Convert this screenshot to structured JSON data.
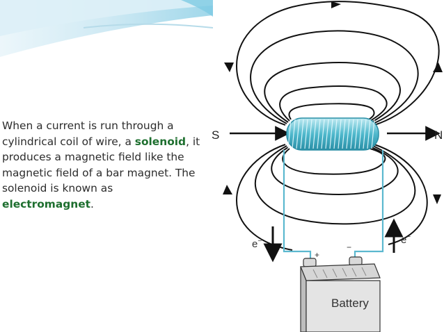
{
  "slide": {
    "paragraph": {
      "part1": "When a current is run through a cylindrical coil of wire, a ",
      "term1": "solenoid",
      "part2": ", it produces a magnetic field like the magnetic field of a bar magnet. The solenoid is known as ",
      "term2": "electromagnet",
      "part3": "."
    },
    "colors": {
      "accent_term": "#1e6f2f",
      "coil": "#5bc4d6",
      "wire": "#5bb8cf",
      "swoosh": "#c7e6f2"
    }
  },
  "diagram": {
    "pole_south": "S",
    "pole_north": "N",
    "electron_left": "e",
    "electron_right": "e",
    "electron_sup": "−",
    "terminal_plus": "+",
    "terminal_minus": "−",
    "battery_label": "Battery"
  }
}
